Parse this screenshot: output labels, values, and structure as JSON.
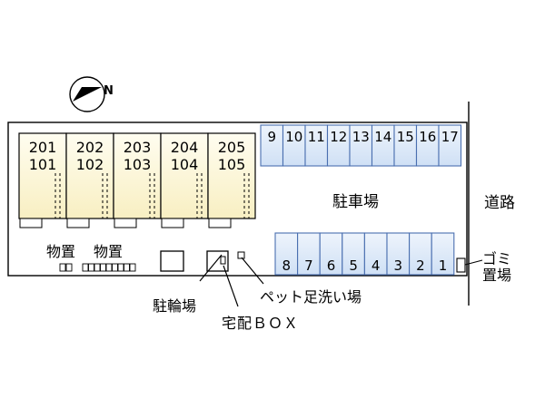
{
  "units": [
    {
      "upper": "201",
      "lower": "101"
    },
    {
      "upper": "202",
      "lower": "102"
    },
    {
      "upper": "203",
      "lower": "103"
    },
    {
      "upper": "204",
      "lower": "104"
    },
    {
      "upper": "205",
      "lower": "105"
    }
  ],
  "parking_top": [
    "9",
    "10",
    "11",
    "12",
    "13",
    "14",
    "15",
    "16",
    "17"
  ],
  "parking_bottom": [
    "8",
    "7",
    "6",
    "5",
    "4",
    "3",
    "2",
    "1"
  ],
  "labels": {
    "parking": "駐車場",
    "road": "道路",
    "storage_1": "物置",
    "storage_2": "物置",
    "bicycle_parking": "駐輪場",
    "delivery_box": "宅配ＢＯＸ",
    "pet_foot_wash": "ペット足洗い場",
    "garbage_1": "ゴミ",
    "garbage_2": "置場",
    "compass_n": "N"
  },
  "colors": {
    "unit_fill": "#fbf4cf",
    "parking_fill": "#dce9f8",
    "parking_stroke": "#4a6fb0",
    "line": "#000000"
  }
}
